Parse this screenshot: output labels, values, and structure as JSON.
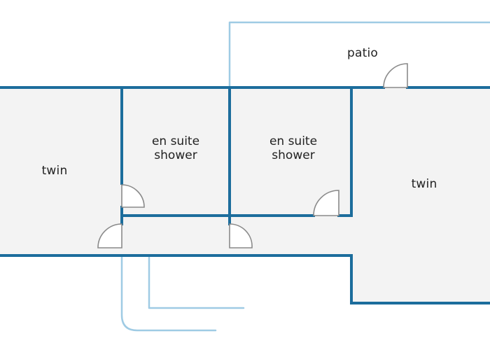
{
  "rooms": {
    "twin_left": "twin",
    "ensuite_left": {
      "line1": "en suite",
      "line2": "shower"
    },
    "ensuite_right": {
      "line1": "en suite",
      "line2": "shower"
    },
    "twin_right": "twin",
    "patio": "patio"
  },
  "colors": {
    "wall": "#1c6d9c",
    "exterior_outline": "#9fcbe4",
    "floor": "#f3f3f3",
    "door": "#8a8a8a"
  }
}
